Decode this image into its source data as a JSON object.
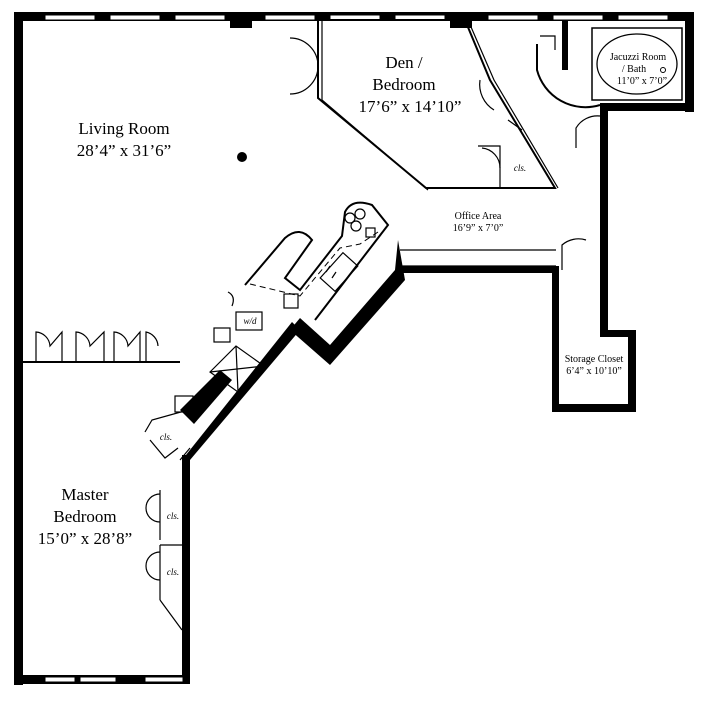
{
  "rooms": {
    "living": {
      "name": "Living Room",
      "dims": "28’4” x 31’6”"
    },
    "den": {
      "name_line1": "Den /",
      "name_line2": "Bedroom",
      "dims": "17’6” x 14’10”"
    },
    "jacuzzi": {
      "name_line1": "Jacuzzi Room",
      "name_line2": "/ Bath",
      "dims": "11’0” x 7’0”"
    },
    "office": {
      "name": "Office Area",
      "dims": "16’9” x 7’0”"
    },
    "storage": {
      "name": "Storage Closet",
      "dims": "6’4” x 10’10”"
    },
    "master": {
      "name_line1": "Master",
      "name_line2": "Bedroom",
      "dims": "15’0” x 28’8”"
    }
  },
  "fixtures": {
    "washer_dryer": "w/d",
    "closet_den": "cls.",
    "closet_hall": "cls.",
    "closet_master_1": "cls.",
    "closet_master_2": "cls."
  }
}
